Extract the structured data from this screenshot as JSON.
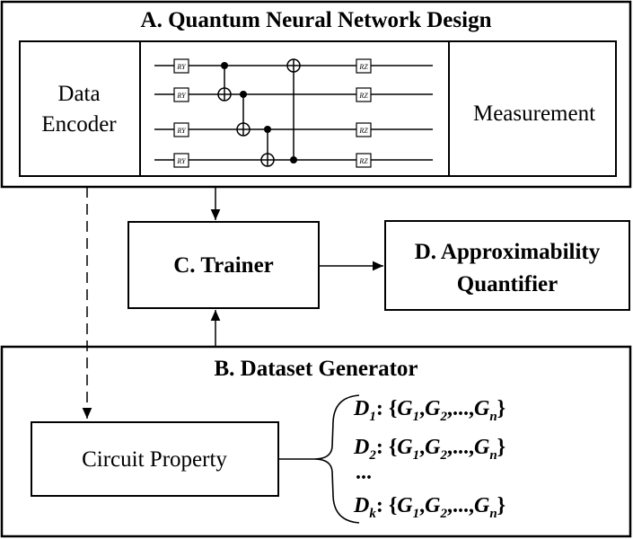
{
  "qnn_section": {
    "title": "A. Quantum Neural Network Design",
    "encoder_line1": "Data",
    "encoder_line2": "Encoder",
    "measurement": "Measurement",
    "circuit": {
      "rotation_gates_left": [
        "RY",
        "RY",
        "RY",
        "RY"
      ],
      "rotation_gates_right": [
        "RZ",
        "RZ",
        "RZ",
        "RZ"
      ]
    }
  },
  "trainer": {
    "label": "C. Trainer"
  },
  "quantifier": {
    "line1": "D. Approximability",
    "line2": "Quantifier"
  },
  "dataset_section": {
    "title": "B. Dataset Generator",
    "circuit_property": "Circuit Property",
    "datasets": [
      {
        "symbol": "D",
        "index": "1",
        "graphs": [
          {
            "s": "G",
            "i": "1"
          },
          {
            "s": "G",
            "i": "2"
          },
          {
            "s": "...",
            "i": ""
          },
          {
            "s": "G",
            "i": "n"
          }
        ]
      },
      {
        "symbol": "D",
        "index": "2",
        "graphs": [
          {
            "s": "G",
            "i": "1"
          },
          {
            "s": "G",
            "i": "2"
          },
          {
            "s": "...",
            "i": ""
          },
          {
            "s": "G",
            "i": "n"
          }
        ]
      },
      {
        "symbol": "D",
        "index": "k",
        "graphs": [
          {
            "s": "G",
            "i": "1"
          },
          {
            "s": "G",
            "i": "2"
          },
          {
            "s": "...",
            "i": ""
          },
          {
            "s": "G",
            "i": "n"
          }
        ]
      }
    ],
    "ellipsis": "..."
  }
}
